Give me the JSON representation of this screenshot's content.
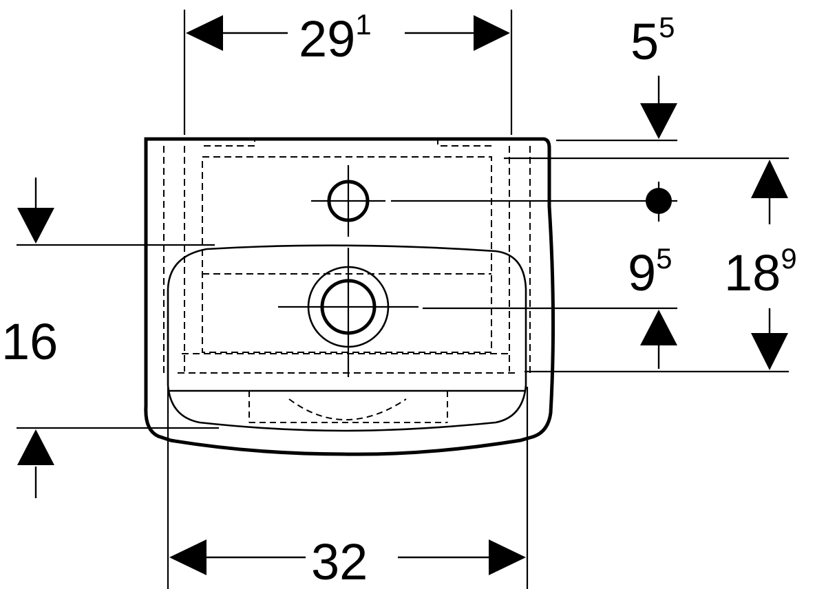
{
  "dimensions": {
    "top_width": {
      "main": "29",
      "sup": "1"
    },
    "bottom_width": {
      "main": "32",
      "sup": ""
    },
    "wall_offset": {
      "main": "5",
      "sup": "5"
    },
    "tap_to_drain": {
      "main": "9",
      "sup": "5"
    },
    "total_depth": {
      "main": "18",
      "sup": "9"
    },
    "rim_height": {
      "main": "16",
      "sup": ""
    }
  },
  "colors": {
    "line": "#000000",
    "background": "#ffffff"
  }
}
